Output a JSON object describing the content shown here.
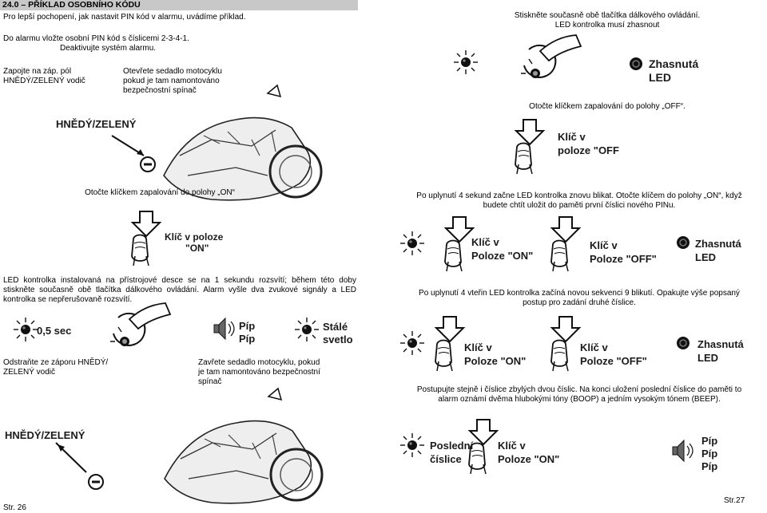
{
  "header": {
    "title": "24.0 – PŘÍKLAD OSOBNÍHO KÓDU"
  },
  "left": {
    "intro": "Pro lepší pochopení, jak nastavit PIN kód v alarmu, uvádíme příklad.",
    "step1_line1": "Do alarmu vložte osobní PIN kód s číslicemi 2-3-4-1.",
    "step1_line2": "Deaktivujte systém alarmu.",
    "connect_line1": "Zapojte na záp. pól",
    "connect_line2": "HNĚDÝ/ZELENÝ vodič",
    "open_line1": "Otevřete sedadlo motocyklu",
    "open_line2": "pokud je tam namontováno",
    "open_line3": "bezpečnostní spínač",
    "wire_label_1": "HNĚDÝ/ZELENÝ",
    "turn_on": "Otočte klíčkem zapalování do polohy „ON“",
    "key_on_line1": "Klíč v poloze",
    "key_on_line2": "\"ON\"",
    "led_para": "LED kontrolka instalovaná na přístrojové desce se na 1 sekundu rozsvítí; během této doby stiskněte současně obě tlačítka dálkového ovládání. Alarm vyšle dva zvukové signály a LED kontrolka se nepřerušovaně rozsvítí.",
    "half_sec": "0,5 sec",
    "pip1": "Píp",
    "pip2": "Píp",
    "steady1": "Stálé",
    "steady2": "svetlo",
    "disconnect_line1": "Odstraňte ze záporu HNĚDÝ/",
    "disconnect_line2": "ZELENÝ vodič",
    "close_line1": "Zavřete sedadlo motocyklu, pokud",
    "close_line2": "je tam namontováno bezpečnostní",
    "close_line3": "spínač",
    "wire_label_2": "HNĚDÝ/ZELENÝ",
    "page": "Str. 26"
  },
  "right": {
    "press_line1": "Stiskněte současně obě tlačítka dálkového ovládání.",
    "press_line2": "LED kontrolka musí zhasnout",
    "led_off_1": "Zhasnutá",
    "led_off_2": "LED",
    "turn_off": "Otočte klíčkem zapalování do polohy „OFF“.",
    "key_off_1": "Klíč v",
    "key_off_2": "poloze \"OFF",
    "after4_line1": "Po uplynutí 4 sekund začne LED kontrolka znovu blikat. Otočte klíčem do polohy „ON“, když",
    "after4_line2": "budete chtít uložit do paměti první číslici nového PINu.",
    "seq1_on_1": "Klíč v",
    "seq1_on_2": "Poloze \"ON\"",
    "seq1_off_1": "Klíč v",
    "seq1_off_2": "Poloze \"OFF\"",
    "seq1_led_1": "Zhasnutá",
    "seq1_led_2": "LED",
    "after4b_line1": "Po uplynutí 4 vteřin LED kontrolka začíná novou sekvenci 9 blikutí. Opakujte výše popsaný",
    "after4b_line2": "postup pro zadání druhé číslice.",
    "seq2_on_1": "Klíč v",
    "seq2_on_2": "Poloze \"ON\"",
    "seq2_off_1": "Klíč v",
    "seq2_off_2": "Poloze \"OFF\"",
    "seq2_led_1": "Zhasnutá",
    "seq2_led_2": "LED",
    "proceed_line1": "Postupujte stejně i číslice zbylých dvou číslic. Na konci uložení poslední číslice do paměti to",
    "proceed_line2": "alarm oznámí dvěma hlubokými tóny (BOOP) a jedním vysokým tónem (BEEP).",
    "last_digit_1": "Poslední",
    "last_digit_2": "číslice",
    "seq3_on_1": "Klíč v",
    "seq3_on_2": "Poloze \"ON\"",
    "pip1": "Píp",
    "pip2": "Píp",
    "pip3": "Píp",
    "page": "Str.27"
  }
}
